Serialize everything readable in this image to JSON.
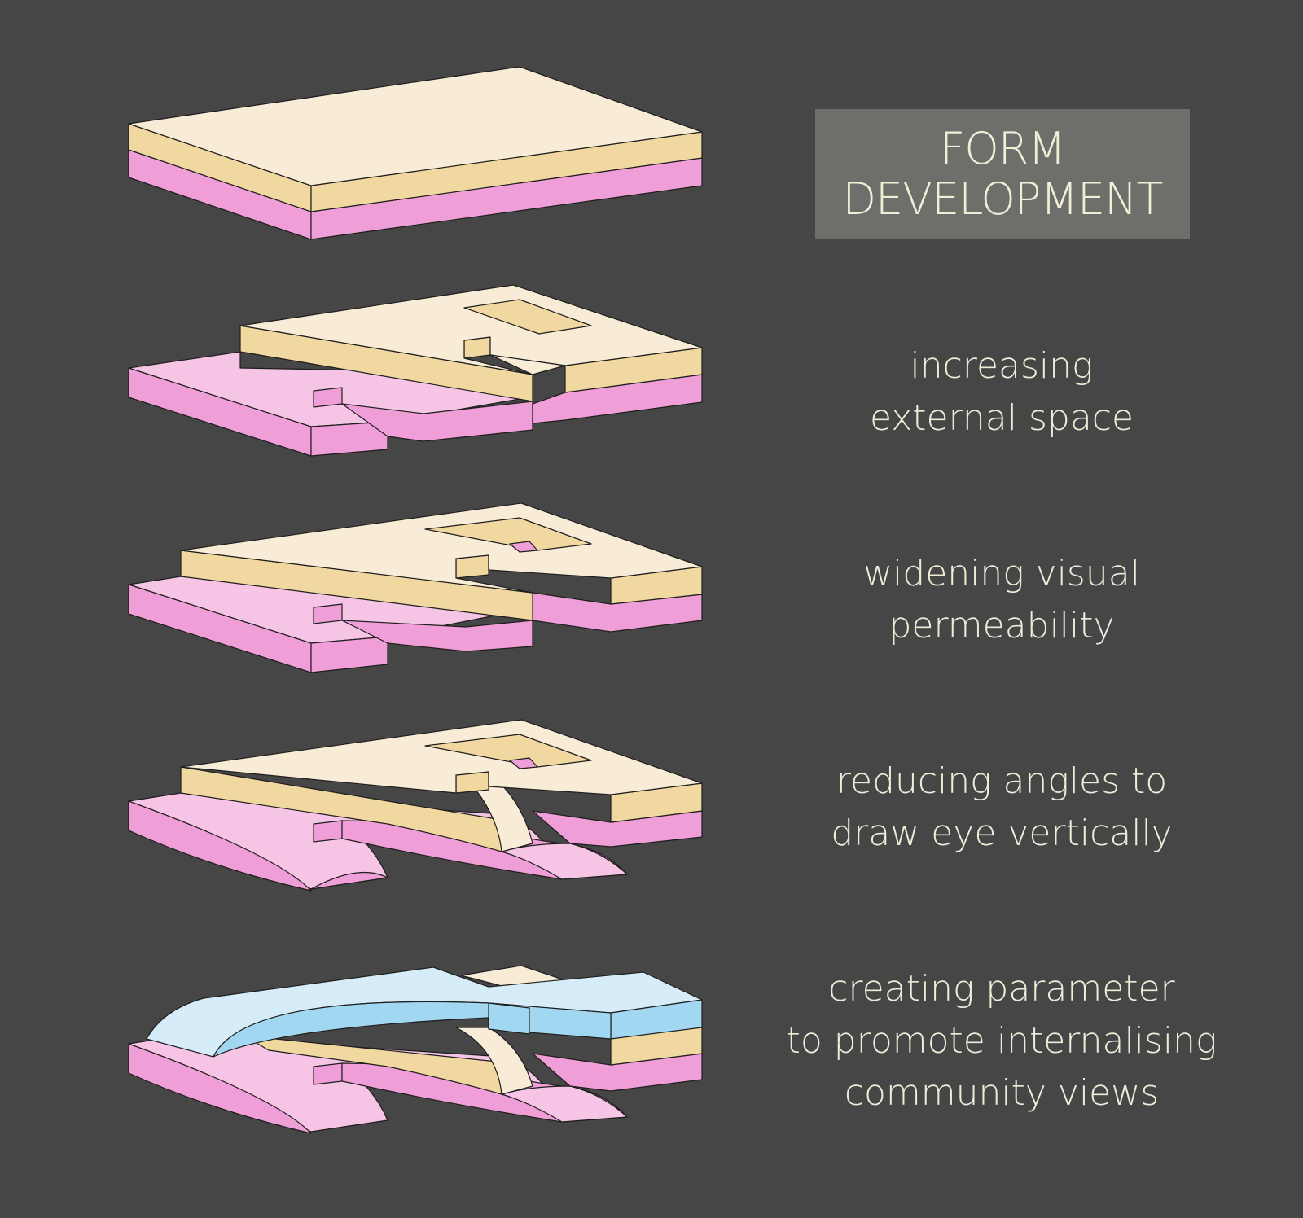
{
  "title": {
    "line1": "FORM",
    "line2": "DEVELOPMENT"
  },
  "steps": [
    {
      "line1": "increasing",
      "line2": "external space"
    },
    {
      "line1": "widening visual",
      "line2": "permeability"
    },
    {
      "line1": "reducing angles to",
      "line2": "draw eye vertically"
    },
    {
      "line1": "creating parameter",
      "line2": "to promote internalising",
      "line3": "community views"
    }
  ],
  "colors": {
    "background": "#464646",
    "title_box": "#6e6f6a",
    "text": "#efecd8",
    "cream_top": "#f8ecd6",
    "cream_side": "#f0d8a0",
    "pink_top": "#f6c5e5",
    "pink_side": "#f09ed7",
    "blue_top": "#d6edf9",
    "blue_side": "#a2d7f1",
    "outline": "#1e1e1e"
  }
}
